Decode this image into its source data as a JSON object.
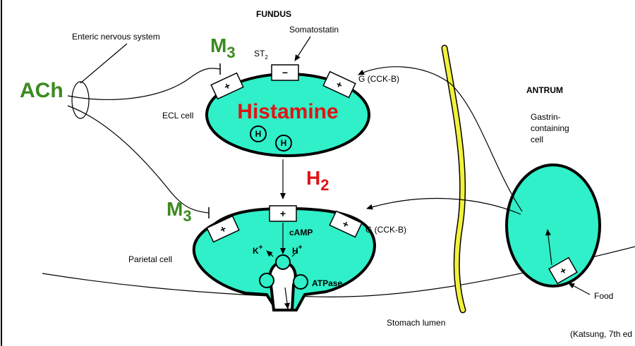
{
  "labels": {
    "fundus": "FUNDUS",
    "antrum": "ANTRUM",
    "enteric": "Enteric nervous system",
    "somatostatin": "Somatostatin",
    "st2": "ST",
    "st2_sub": "2",
    "ach": "ACh",
    "m3_top": "M",
    "m3_top_sub": "3",
    "m3_bottom": "M",
    "m3_bottom_sub": "3",
    "g_cckb_top": "G (CCK-B)",
    "g_cckb_bottom": "G (CCK-B)",
    "ecl_cell": "ECL cell",
    "histamine": "Histamine",
    "h_granule_1": "H",
    "h_granule_2": "H",
    "h2": "H",
    "h2_sub": "2",
    "camp": "cAMP",
    "k_plus": "K",
    "h_plus": "H",
    "plus_sup": "+",
    "atpase": "ATPase",
    "parietal_cell": "Parietal cell",
    "stomach_lumen": "Stomach lumen",
    "gastrin_cell_1": "Gastrin-",
    "gastrin_cell_2": "containing",
    "gastrin_cell_3": "cell",
    "food": "Food",
    "citation": "(Katsung, 7th ed"
  },
  "receptor_signs": {
    "st2_receptor": "−",
    "m3_top_receptor": "+",
    "g_top_receptor": "+",
    "h2_receptor": "+",
    "m3_bottom_receptor": "+",
    "g_bottom_receptor": "+",
    "food_receptor": "+"
  },
  "colors": {
    "cell_fill": "#2ff0c8",
    "label_green": "#3a8a1f",
    "label_red": "#e01414",
    "membrane_yellow": "#f2f23c"
  }
}
